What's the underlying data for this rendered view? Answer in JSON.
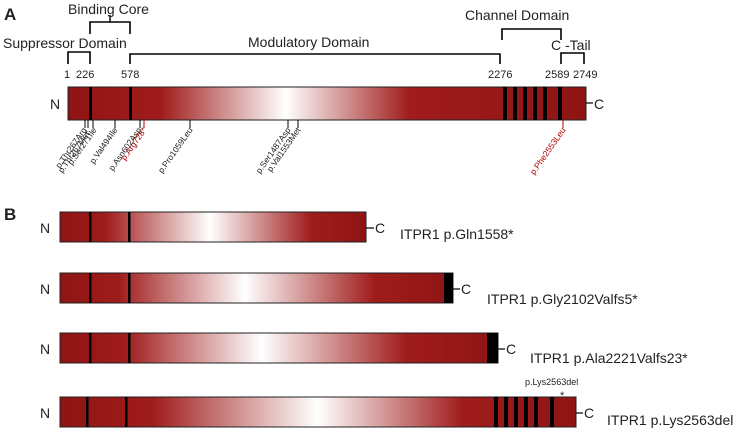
{
  "colors": {
    "bar_dark": "#8f1414",
    "bar_light": "#ffffff",
    "band": "#000000",
    "variant_black": "#222222",
    "variant_red": "#b00000",
    "bracket": "#000000"
  },
  "panel_a": {
    "label": "A",
    "domains": {
      "suppressor": "Suppressor Domain",
      "binding": "Binding Core",
      "modulatory": "Modulatory Domain",
      "channel": "Channel Domain",
      "ctail": "C -Tail"
    },
    "positions": [
      "1",
      "226",
      "578",
      "2276",
      "2589",
      "2749"
    ],
    "n_label": "N",
    "c_label": "C",
    "variants": [
      {
        "label": "p.Thr267Arg",
        "color": "black"
      },
      {
        "label": "p.Thr267Met",
        "color": "black"
      },
      {
        "label": "p.Ser271Ile",
        "color": "black"
      },
      {
        "label": "p.Val494Ile",
        "color": "black"
      },
      {
        "label": "p.Asn602Asp",
        "color": "black"
      },
      {
        "label": "p.Arg728*",
        "color": "red"
      },
      {
        "label": "p.Pro1059Leu",
        "color": "black"
      },
      {
        "label": "p.Ser1487Asp",
        "color": "black"
      },
      {
        "label": "p.Val1553Met",
        "color": "black"
      },
      {
        "label": "p.Phe2553Leu",
        "color": "red"
      }
    ]
  },
  "panel_b": {
    "label": "B",
    "constructs": [
      {
        "n": "N",
        "c": "C",
        "name": "ITPR1 p.Gln1558*"
      },
      {
        "n": "N",
        "c": "C",
        "name": "ITPR1 p.Gly2102Valfs5*"
      },
      {
        "n": "N",
        "c": "C",
        "name": "ITPR1 p.Ala2221Valfs23*"
      },
      {
        "n": "N",
        "c": "C",
        "name": "ITPR1 p.Lys2563del",
        "marker": "p.Lys2563del",
        "star": "*"
      }
    ]
  }
}
